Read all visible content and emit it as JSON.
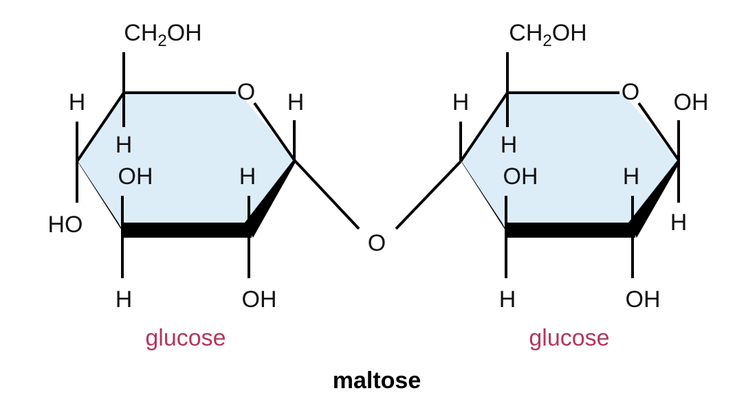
{
  "colors": {
    "ring_fill": "#dcedf8",
    "bond": "#000000",
    "label": "#b5365a"
  },
  "left_ring": {
    "ch2oh": {
      "a": "CH",
      "sub": "2",
      "b": "OH"
    },
    "ring_o": "O",
    "h_top_left": "H",
    "h_inner": "H",
    "oh_inner": "OH",
    "ho_left": "HO",
    "h_inner_right": "H",
    "h_bottom": "H",
    "oh_bottom": "OH",
    "h_right": "H",
    "label": "glucose"
  },
  "glycosidic_o": "O",
  "right_ring": {
    "ch2oh": {
      "a": "CH",
      "sub": "2",
      "b": "OH"
    },
    "ring_o": "O",
    "h_top_left": "H",
    "h_inner": "H",
    "oh_inner": "OH",
    "h_inner_right": "H",
    "h_bottom": "H",
    "oh_bottom": "OH",
    "oh_right": "OH",
    "h_right_bottom": "H",
    "label": "glucose"
  },
  "title": "maltose"
}
